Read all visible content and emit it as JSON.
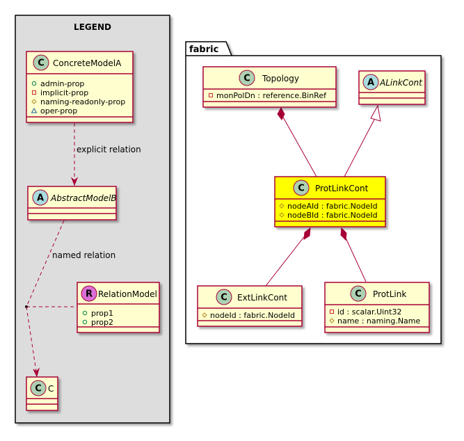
{
  "legend": {
    "title": "LEGEND",
    "concrete": {
      "stereotype": "C",
      "name": "ConcreteModelA",
      "props": [
        {
          "vis": "+",
          "name": "admin-prop"
        },
        {
          "vis": "-",
          "name": "implicit-prop"
        },
        {
          "vis": "#",
          "name": "naming-readonly-prop"
        },
        {
          "vis": "~",
          "name": "oper-prop"
        }
      ]
    },
    "explicit_label": "explicit relation",
    "abstract": {
      "stereotype": "A",
      "name": "AbstractModelB"
    },
    "named_label": "named relation",
    "relation": {
      "stereotype": "R",
      "name": "RelationModel",
      "props": [
        {
          "vis": "+",
          "name": "prop1"
        },
        {
          "vis": "+",
          "name": "prop2"
        }
      ]
    },
    "c": {
      "stereotype": "C",
      "name": "C"
    }
  },
  "fabric": {
    "package": "fabric",
    "topology": {
      "stereotype": "C",
      "name": "Topology",
      "props": [
        {
          "vis": "-",
          "name": "monPolDn : reference.BinRef"
        }
      ]
    },
    "alinkcont": {
      "stereotype": "A",
      "name": "ALinkCont"
    },
    "protlinkcont": {
      "stereotype": "C",
      "name": "ProtLinkCont",
      "props": [
        {
          "vis": "#",
          "name": "nodeAId : fabric.NodeId"
        },
        {
          "vis": "#",
          "name": "nodeBId : fabric.NodeId"
        }
      ]
    },
    "extlinkcont": {
      "stereotype": "C",
      "name": "ExtLinkCont",
      "props": [
        {
          "vis": "#",
          "name": "nodeId : fabric.NodeId"
        }
      ]
    },
    "protlink": {
      "stereotype": "C",
      "name": "ProtLink",
      "props": [
        {
          "vis": "-",
          "name": "id : scalar.Uint32"
        },
        {
          "vis": "#",
          "name": "name : naming.Name"
        }
      ]
    }
  },
  "colors": {
    "class_fill": "#FEFECE",
    "class_border": "#A80036",
    "highlight_fill": "#FFFF00",
    "legend_bg": "#DDDDDD",
    "circle_c": "#ADD1B2",
    "circle_a": "#A9DCDF",
    "circle_r": "#DA70D6",
    "arrow": "#A80036"
  }
}
